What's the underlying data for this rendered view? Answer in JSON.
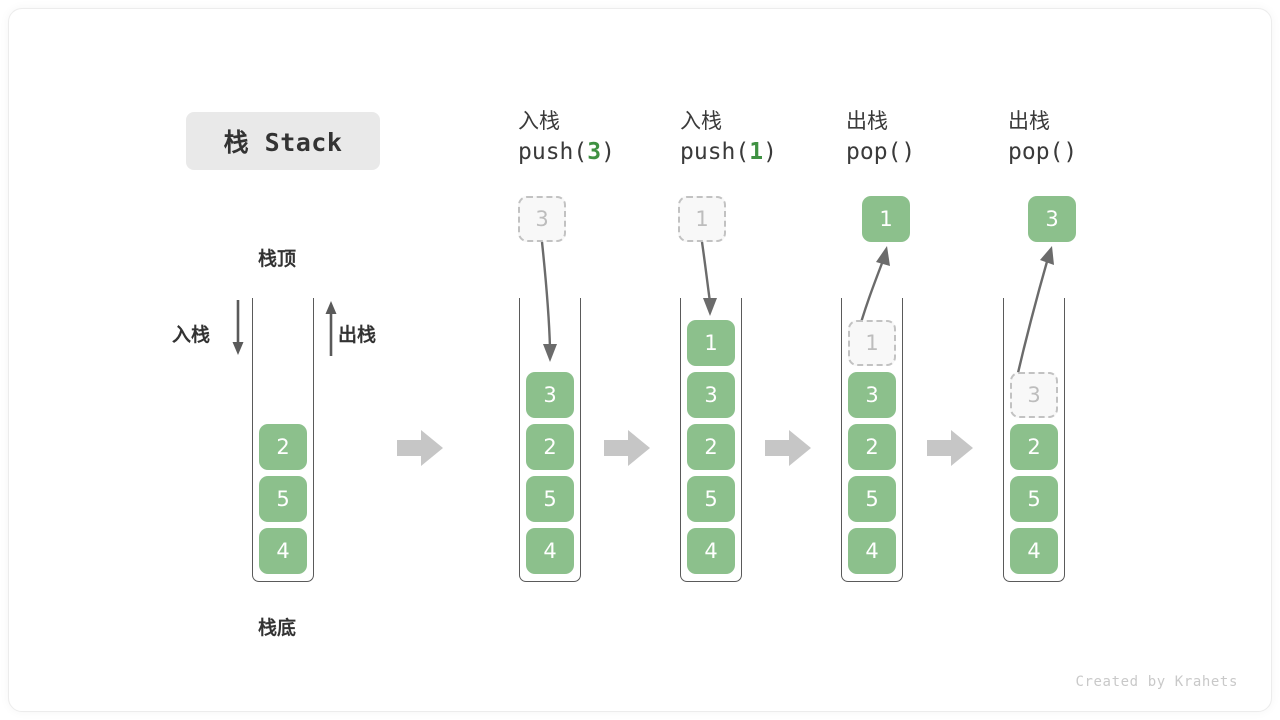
{
  "title_chip": {
    "label": "栈 Stack"
  },
  "labels": {
    "top": "栈顶",
    "bottom": "栈底",
    "push_side": "入栈",
    "pop_side": "出栈"
  },
  "footer": {
    "credit": "Created by Krahets"
  },
  "colors": {
    "cell_fill": "#8cc08c",
    "cell_text": "#ffffff",
    "ghost_fill": "#f8f8f8",
    "ghost_border": "#c2c2c2",
    "ghost_text": "#bdbdbd",
    "accent_green": "#3f9142",
    "chip_bg": "#e9e9e9",
    "arrow_gray": "#c6c6c6",
    "curve_gray": "#6b6b6b",
    "wall": "#5a5a5a",
    "text": "#333333"
  },
  "columns": [
    {
      "id": "initial",
      "head_cn": "",
      "head_code": "",
      "head_code_num": "",
      "external": null,
      "cells": [
        {
          "value": "2",
          "state": "solid"
        },
        {
          "value": "5",
          "state": "solid"
        },
        {
          "value": "4",
          "state": "solid"
        }
      ]
    },
    {
      "id": "push-3",
      "head_cn": "入栈",
      "head_code_pre": "push(",
      "head_code_num": "3",
      "head_code_post": ")",
      "external": {
        "value": "3",
        "state": "ghost",
        "position": "above"
      },
      "arrow": "down-into-stack",
      "cells": [
        {
          "value": "3",
          "state": "solid"
        },
        {
          "value": "2",
          "state": "solid"
        },
        {
          "value": "5",
          "state": "solid"
        },
        {
          "value": "4",
          "state": "solid"
        }
      ]
    },
    {
      "id": "push-1",
      "head_cn": "入栈",
      "head_code_pre": "push(",
      "head_code_num": "1",
      "head_code_post": ")",
      "external": {
        "value": "1",
        "state": "ghost",
        "position": "above"
      },
      "arrow": "down-into-stack",
      "cells": [
        {
          "value": "1",
          "state": "solid"
        },
        {
          "value": "3",
          "state": "solid"
        },
        {
          "value": "2",
          "state": "solid"
        },
        {
          "value": "5",
          "state": "solid"
        },
        {
          "value": "4",
          "state": "solid"
        }
      ]
    },
    {
      "id": "pop-1",
      "head_cn": "出栈",
      "head_code_pre": "pop(",
      "head_code_num": "",
      "head_code_post": ")",
      "external": {
        "value": "1",
        "state": "solid",
        "position": "above"
      },
      "arrow": "up-out-of-stack",
      "cells": [
        {
          "value": "1",
          "state": "ghost"
        },
        {
          "value": "3",
          "state": "solid"
        },
        {
          "value": "2",
          "state": "solid"
        },
        {
          "value": "5",
          "state": "solid"
        },
        {
          "value": "4",
          "state": "solid"
        }
      ]
    },
    {
      "id": "pop-3",
      "head_cn": "出栈",
      "head_code_pre": "pop(",
      "head_code_num": "",
      "head_code_post": ")",
      "external": {
        "value": "3",
        "state": "solid",
        "position": "above"
      },
      "arrow": "up-out-of-stack",
      "cells": [
        {
          "value": "3",
          "state": "ghost"
        },
        {
          "value": "2",
          "state": "solid"
        },
        {
          "value": "5",
          "state": "solid"
        },
        {
          "value": "4",
          "state": "solid"
        }
      ]
    }
  ]
}
